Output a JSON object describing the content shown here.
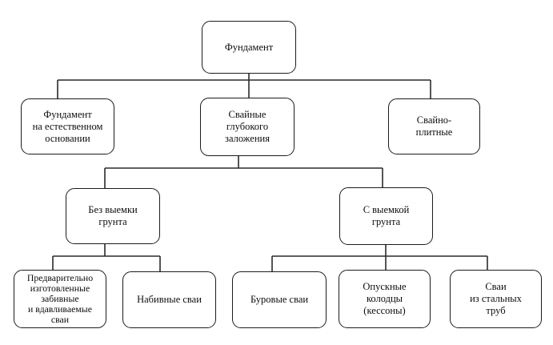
{
  "page": {
    "background": "#ffffff"
  },
  "style": {
    "box_border_color": "#1c1c1c",
    "line_color": "#2a2a2a",
    "text_color": "#0d0d0d"
  },
  "diagram": {
    "type": "tree",
    "root": "fundament",
    "nodes": {
      "fundament": {
        "label": "Фундамент"
      },
      "natural_base": {
        "label": "Фундамент\nна естественном\nосновании"
      },
      "pile_deep": {
        "label": "Свайные\nглубокого\nзаложения"
      },
      "pile_slab": {
        "label": "Свайно-\nплитные"
      },
      "no_excavation": {
        "label": "Без выемки\nгрунта"
      },
      "with_excavation": {
        "label": "С выемкой\nгрунта"
      },
      "prefab_driven": {
        "label": "Предварительно\nизготовленные\nзабивные\nи вдавливаемые\nсваи"
      },
      "cast_in_place": {
        "label": "Набивные сваи"
      },
      "bored": {
        "label": "Буровые сваи"
      },
      "sunk_wells": {
        "label": "Опускные\nколодцы\n(кессоны)"
      },
      "steel_pipe": {
        "label": "Сваи\nиз стальных\nтруб"
      }
    },
    "edges": [
      {
        "from": "fundament",
        "to": "natural_base"
      },
      {
        "from": "fundament",
        "to": "pile_deep"
      },
      {
        "from": "fundament",
        "to": "pile_slab"
      },
      {
        "from": "pile_deep",
        "to": "no_excavation"
      },
      {
        "from": "pile_deep",
        "to": "with_excavation"
      },
      {
        "from": "no_excavation",
        "to": "prefab_driven"
      },
      {
        "from": "no_excavation",
        "to": "cast_in_place"
      },
      {
        "from": "with_excavation",
        "to": "bored"
      },
      {
        "from": "with_excavation",
        "to": "sunk_wells"
      },
      {
        "from": "with_excavation",
        "to": "steel_pipe"
      }
    ]
  }
}
